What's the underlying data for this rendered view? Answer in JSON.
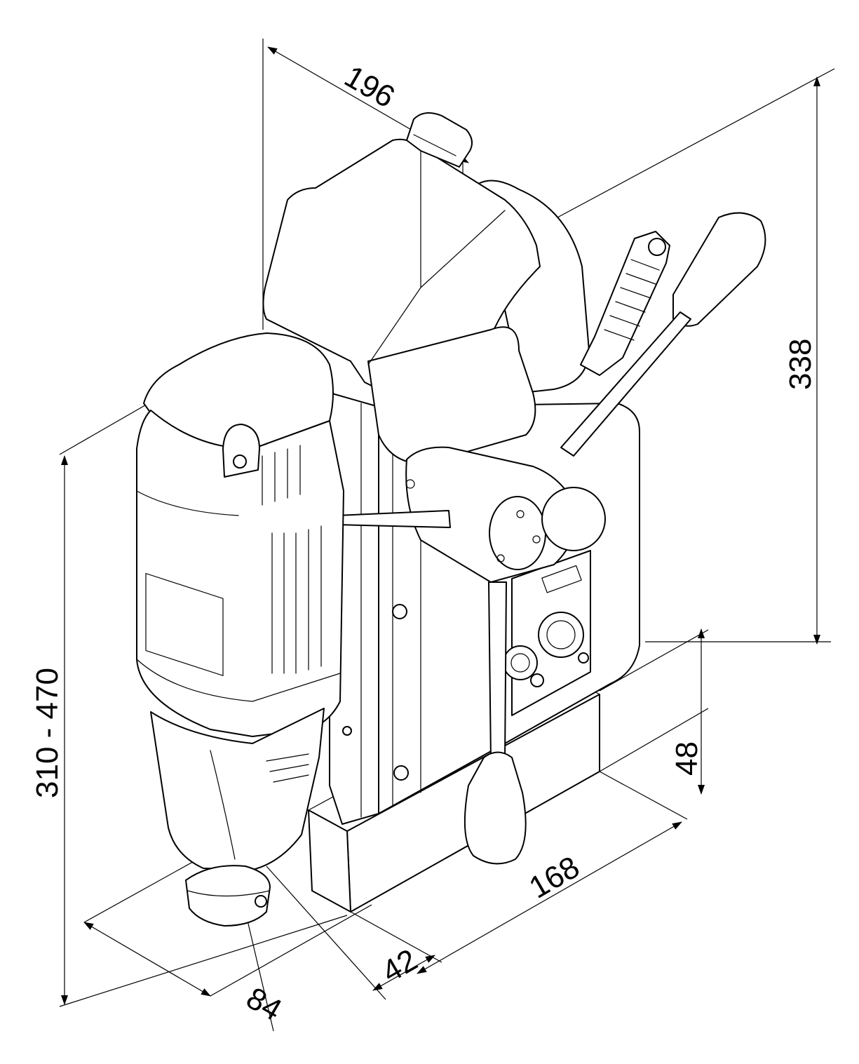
{
  "dimensions": {
    "depth_top": "196",
    "height_right": "338",
    "height_left": "310 - 470",
    "base_height": "48",
    "base_length": "168",
    "offset": "42",
    "drill_width": "84"
  }
}
